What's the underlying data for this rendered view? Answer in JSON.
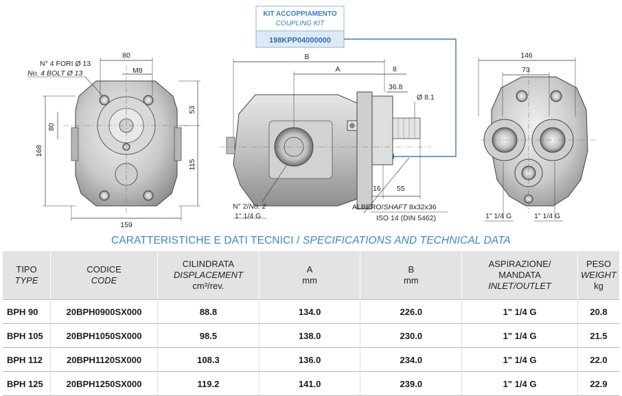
{
  "kit": {
    "label_it": "KIT ACCOPPIAMENTO",
    "label_en": "COUPLING KIT",
    "code": "198KPP04000000"
  },
  "front_view": {
    "bolt_it": "N° 4 FORI Ø 13",
    "bolt_en": "No. 4 BOLT Ø 13",
    "dim_top": "80",
    "dim_thread": "M8",
    "dim_53": "53",
    "dim_115": "115",
    "dim_168": "168",
    "dim_80_left": "80",
    "dim_159": "159"
  },
  "side_view": {
    "dim_b": "B",
    "dim_a": "A",
    "dim_8": "8",
    "dim_36_8": "36.8",
    "dim_d8_1": "Ø 8.1",
    "dim_16": "16",
    "dim_55": "55",
    "port_it": "N° 2/",
    "port_en": "No. 2",
    "port_size": "1\" 1/4 G",
    "shaft_it": "ALBERO/",
    "shaft_en": "SHAFT",
    "shaft_spec": " 8x32x36",
    "shaft_iso": "ISO 14 (DIN 5462)"
  },
  "rear_view": {
    "dim_146": "146",
    "dim_73": "73",
    "port_left": "1\" 1/4 G",
    "port_right": "1\" 1/4 G"
  },
  "spec": {
    "title_it": "CARATTERISTICHE E DATI TECNICI / ",
    "title_en": "SPECIFICATIONS AND TECHNICAL DATA",
    "headers": {
      "tipo": "TIPO",
      "type": "TYPE",
      "codice": "CODICE",
      "code": "CODE",
      "cil": "CILINDRATA",
      "disp": "DISPLACEMENT",
      "disp_unit": "cm³/rev.",
      "a": "A",
      "a_unit": "mm",
      "b": "B",
      "b_unit": "mm",
      "asp1": "ASPIRAZIONE/",
      "asp2": "MANDATA",
      "inout": "INLET/OUTLET",
      "peso": "PESO",
      "weight": "WEIGHT",
      "kg": "kg"
    },
    "rows": [
      [
        "BPH 90",
        "20BPH0900SX000",
        "88.8",
        "134.0",
        "226.0",
        "1\" 1/4 G",
        "20.8"
      ],
      [
        "BPH 105",
        "20BPH1050SX000",
        "98.5",
        "138.0",
        "230.0",
        "1\" 1/4 G",
        "21.5"
      ],
      [
        "BPH 112",
        "20BPH1120SX000",
        "108.3",
        "136.0",
        "234.0",
        "1\" 1/4 G",
        "22.0"
      ],
      [
        "BPH 125",
        "20BPH1250SX000",
        "119.2",
        "141.0",
        "239.0",
        "1\" 1/4 G",
        "22.9"
      ]
    ]
  }
}
